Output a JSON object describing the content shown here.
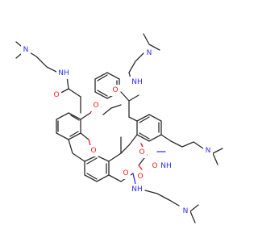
{
  "molecule": {
    "atom_labels": {
      "n_amine_1": "N",
      "nh_amide_1": "NH",
      "o_carbonyl_1": "O",
      "n_amine_2": "N",
      "nh_amide_2": "NH",
      "o_carbonyl_2": "O",
      "o_ether_1": "O",
      "o_ether_2": "O",
      "o_ether_3": "O",
      "o_carbonyl_3": "O",
      "n_amine_3": "N",
      "nh_amide_3": "NH",
      "o_ether_4": "O",
      "o_carbonyl_4": "O",
      "nh_amide_4": "NH",
      "n_amine_4": "N"
    },
    "colors": {
      "carbon": "#2b2b2b",
      "nitrogen": "#2c2cff",
      "oxygen": "#ff1a1a",
      "background": "#ffffff"
    }
  }
}
